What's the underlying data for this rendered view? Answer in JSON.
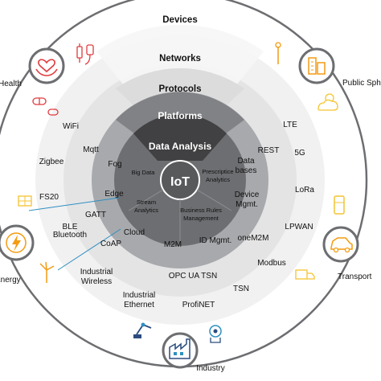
{
  "rings": {
    "devices": "Devices",
    "networks": "Networks",
    "protocols": "Protocols",
    "platforms": "Platforms",
    "data_analysis": "Data Analysis",
    "iot": "IoT"
  },
  "inner_terms": {
    "big_data": "Big Data",
    "prescriptive": [
      "Prescriptice",
      "Analytics"
    ],
    "stream": [
      "Stream",
      "Analytics"
    ],
    "business_rules": [
      "Business Rules",
      "Management"
    ]
  },
  "platform_terms": {
    "fog": "Fog",
    "edge": "Edge",
    "cloud": "Cloud",
    "m2m": "M2M",
    "id_mgmt": "ID Mgmt.",
    "databases": [
      "Data",
      "bases"
    ],
    "device_mgmt": [
      "Device",
      "Mgmt."
    ]
  },
  "protocol_terms": {
    "mqtt": "Mqtt",
    "rest": "REST",
    "gatt": "GATT",
    "coap": "CoAP",
    "onem2m": "oneM2M",
    "opc": "OPC UA TSN"
  },
  "network_terms": {
    "wifi": "WiFi",
    "zigbee": "Zigbee",
    "fs20": "FS20",
    "ble": "BLE",
    "bluetooth": "Bluetooth",
    "industrial_wireless": [
      "Industrial",
      "Wireless"
    ],
    "industrial_ethernet": [
      "Industrial",
      "Ethernet"
    ],
    "profinet": "ProfiNET",
    "tsn": "TSN",
    "modbus": "Modbus",
    "lpwan": "LPWAN",
    "lora": "LoRa",
    "g5": "5G",
    "lte": "LTE"
  },
  "domains": {
    "health": "Health",
    "public_sphere": "Public Sphe",
    "energy": "Energy",
    "transport": "Transport",
    "industry": "Industry"
  },
  "colors": {
    "outer_band": "#ffffff",
    "band_light": "#f1f1f1",
    "band_mid": "#e3e3e3",
    "platforms_ring": "#a7a9ac",
    "data_ring": "#6d6e71",
    "core": "#58595b",
    "platforms_banner": "#808285",
    "data_banner": "#414042",
    "ring_border": "#6d6e71",
    "accent_blue": "#2e8fc2",
    "accent_red": "#e03a3e",
    "accent_orange": "#f39c12",
    "accent_yellow": "#f4c430",
    "accent_navy": "#2b4c7e"
  },
  "icons": {
    "health": "hands-heart-icon",
    "public_sphere": "city-buildings-icon",
    "energy": "lightning-bolt-icon",
    "transport": "car-icon",
    "industry": "factory-icon"
  }
}
